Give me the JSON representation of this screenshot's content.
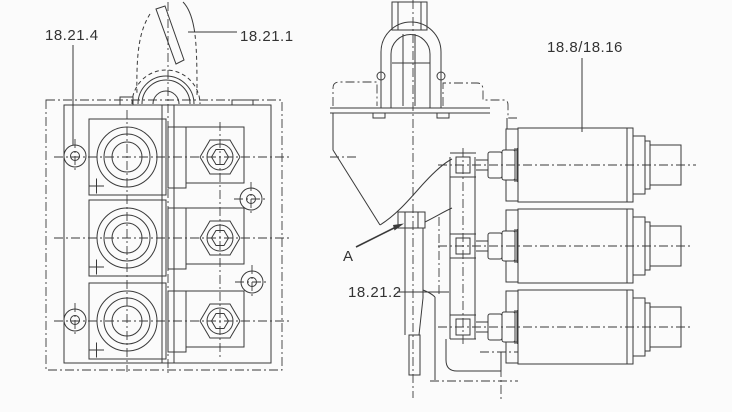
{
  "diagram": {
    "kind": "technical-line-drawing",
    "callouts": [
      {
        "id": "part-18-21-4",
        "text": "18.21.4"
      },
      {
        "id": "part-18-21-1",
        "text": "18.21.1"
      },
      {
        "id": "part-18-8-16",
        "text": "18.8/18.16"
      },
      {
        "id": "detail-a",
        "text": "A"
      },
      {
        "id": "part-18-21-2",
        "text": "18.21.2"
      }
    ],
    "colors": {
      "background": "#fbfbfb",
      "line": "#3a3a3a",
      "text": "#333333"
    }
  }
}
